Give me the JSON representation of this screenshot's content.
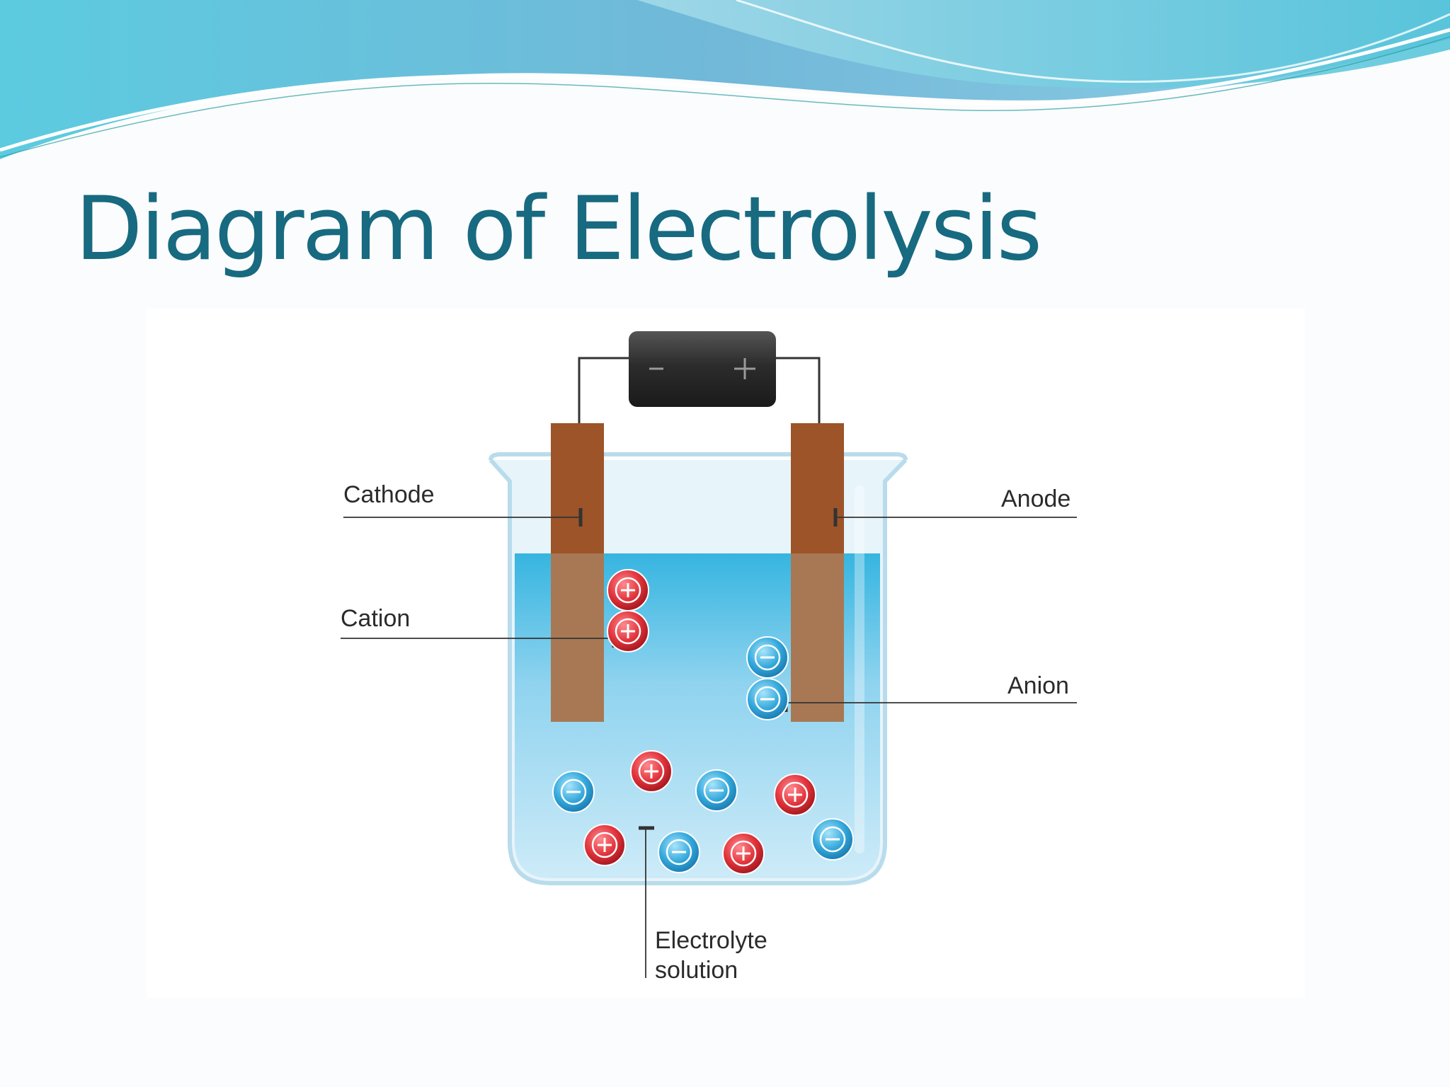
{
  "slide": {
    "title": "Diagram of Electrolysis"
  },
  "diagram": {
    "labels": {
      "cathode": "Cathode",
      "cation": "Cation",
      "anode": "Anode",
      "anion": "Anion",
      "electrolyte_line1": "Electrolyte",
      "electrolyte_line2": "solution"
    },
    "battery_signs": {
      "negative": "−",
      "positive": "+"
    },
    "ion_signs": {
      "cation": "+",
      "anion": "−"
    },
    "colors": {
      "title": "#176a80",
      "electrode_above_solution": "#9c5428",
      "electrode_submerged": "#a87854",
      "solution": "#39b8e2",
      "cation": "#e2343c",
      "anion": "#34a9dc",
      "battery": "#333333"
    }
  }
}
